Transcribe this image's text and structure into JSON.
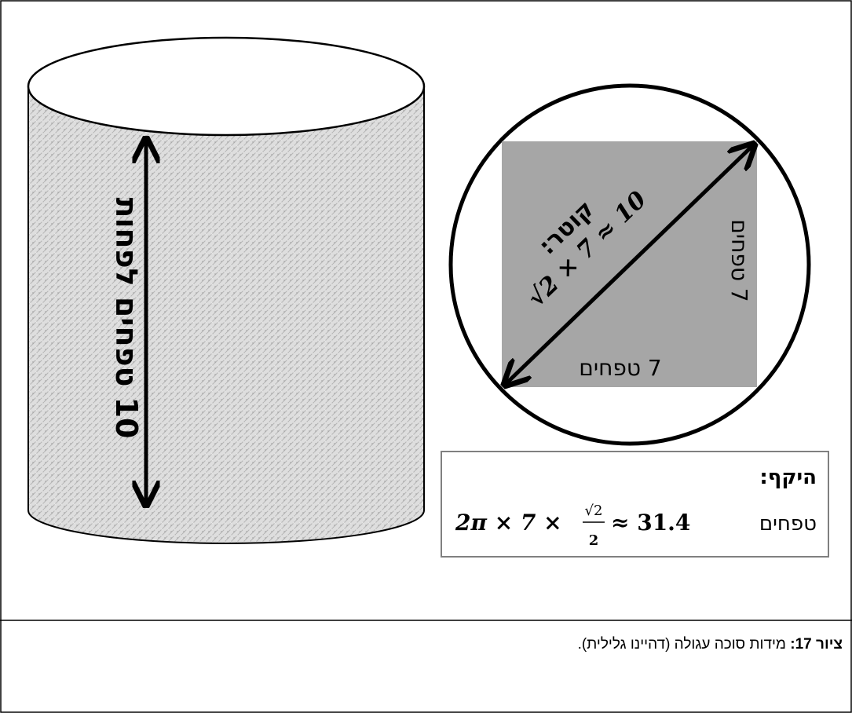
{
  "diagram": {
    "cylinder_height_label": "10 טפחים לפחות",
    "diameter_label_title": "קוטר:",
    "diameter_label_formula": "√2 × 7 ≈ 10",
    "side_label_bottom": "7 טפחים",
    "side_label_right": "7 טפחים",
    "circumference_title": "היקף:",
    "circumference_unit": "טפחים",
    "circumference_formula_left": "2π × 7 ×",
    "circumference_frac_num": "√2",
    "circumference_frac_den": "2",
    "circumference_formula_right": "≈ 31.4",
    "colors": {
      "square_fill": "#a6a6a6",
      "stroke": "#000000",
      "cylinder_texture": "#d9d9d9"
    }
  },
  "caption": {
    "label": "ציור 17:",
    "text": " מידות סוכה עגולה (דהיינו גלילית)."
  }
}
